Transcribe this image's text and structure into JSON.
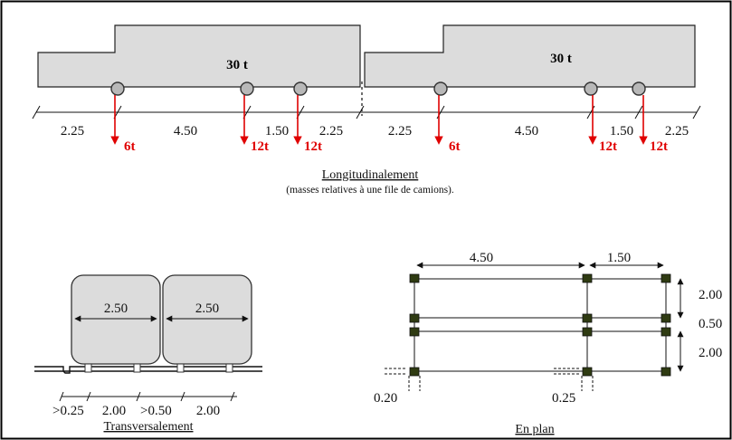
{
  "trucks": [
    {
      "label": "30 t"
    },
    {
      "label": "30 t"
    }
  ],
  "longitudinal": {
    "title": "Longitudinalement",
    "subtitle": "(masses relatives à une file de camions).",
    "dims_left": [
      "2.25",
      "4.50",
      "1.50",
      "2.25"
    ],
    "dims_right": [
      "2.25",
      "4.50",
      "1.50",
      "2.25"
    ],
    "loads_left": [
      "6t",
      "12t",
      "12t"
    ],
    "loads_right": [
      "6t",
      "12t",
      "12t"
    ]
  },
  "transverse": {
    "title": "Transversalement",
    "widths": [
      "2.50",
      "2.50"
    ],
    "dims": [
      ">0.25",
      "2.00",
      ">0.50",
      "2.00"
    ]
  },
  "plan": {
    "title": "En plan",
    "top_dims": [
      "4.50",
      "1.50"
    ],
    "side_dims": [
      "2.00",
      "0.50",
      "2.00"
    ],
    "bottom_dims": [
      "0.20",
      "0.25"
    ]
  },
  "colors": {
    "load_arrow": "#e00000",
    "truck_fill": "#dcdcdc",
    "wheel_pad": "#2f3b12"
  }
}
